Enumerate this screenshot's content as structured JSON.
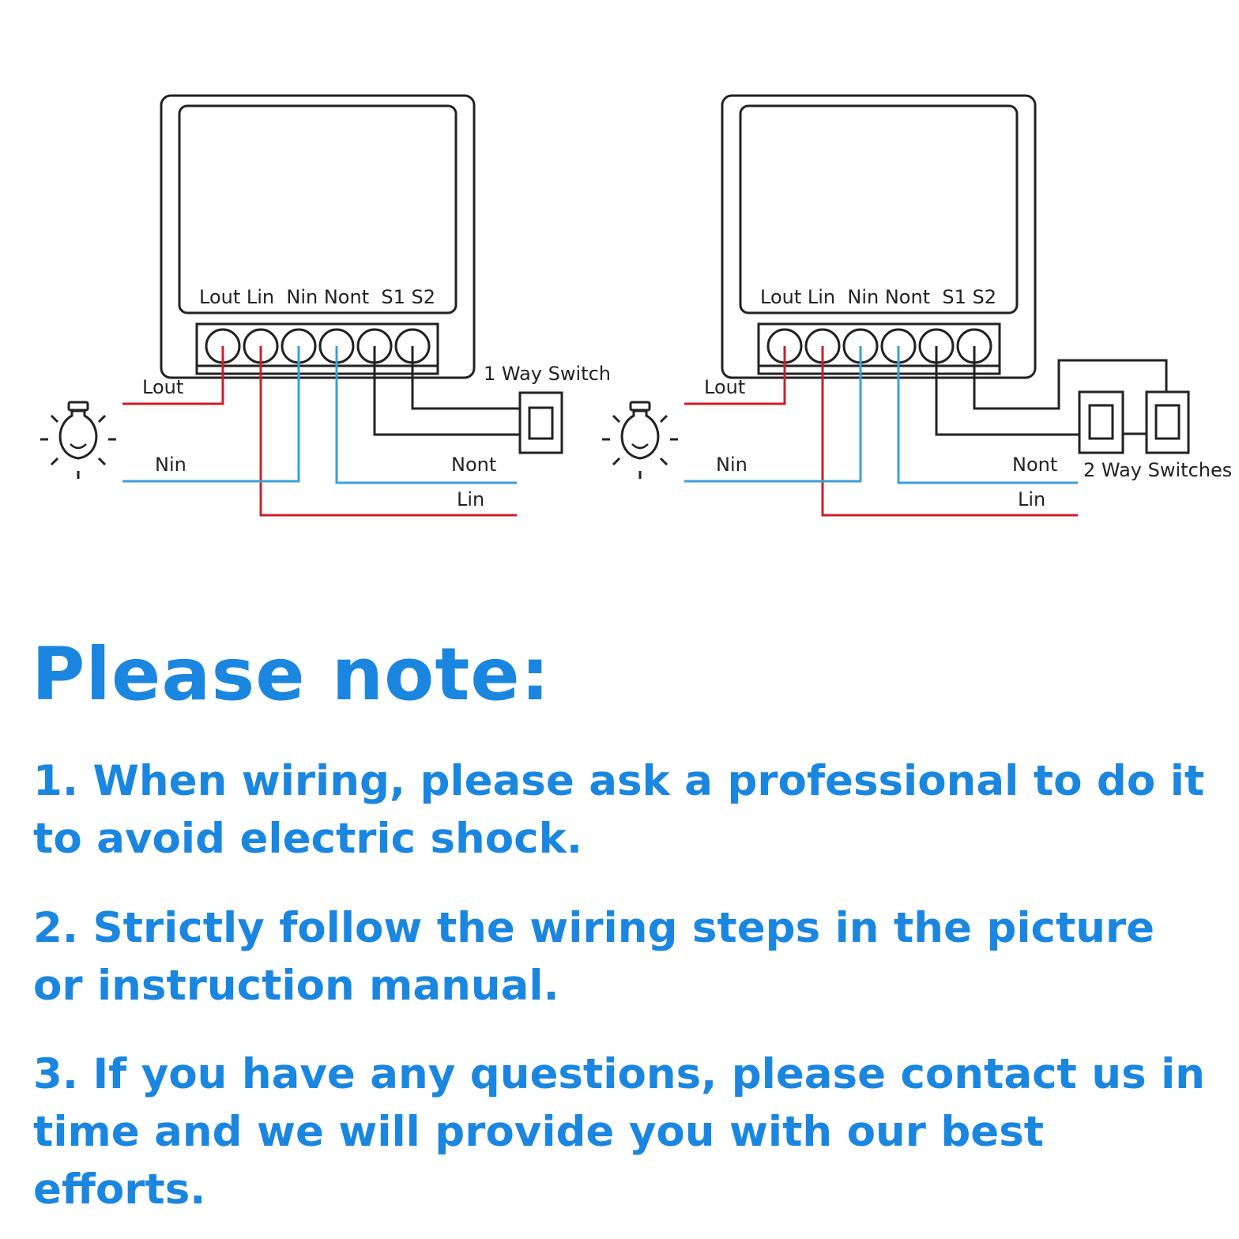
{
  "colors": {
    "note_text": "#1a86e0",
    "live_wire": "#cc1f2b",
    "neutral_wire": "#3aa0d8",
    "outline": "#222222"
  },
  "diagram_left": {
    "terminal_labels": "Lout Lin  Nin Nont  S1 S2",
    "lout": "Lout",
    "nin": "Nin",
    "nont": "Nont",
    "lin": "Lin",
    "switch_label": "1 Way Switch",
    "bulb_icon": "lightbulb-icon"
  },
  "diagram_right": {
    "terminal_labels": "Lout Lin  Nin Nont  S1 S2",
    "lout": "Lout",
    "nin": "Nin",
    "nont": "Nont",
    "lin": "Lin",
    "switch_label": "2 Way Switches",
    "bulb_icon": "lightbulb-icon"
  },
  "notes": {
    "title": "Please note:",
    "items": [
      "1. When wiring, please ask a professional to do it to avoid electric shock.",
      "2. Strictly follow the wiring steps in the picture or instruction manual.",
      "3. If you have any questions, please contact us in time and we will provide you with our best efforts."
    ]
  }
}
